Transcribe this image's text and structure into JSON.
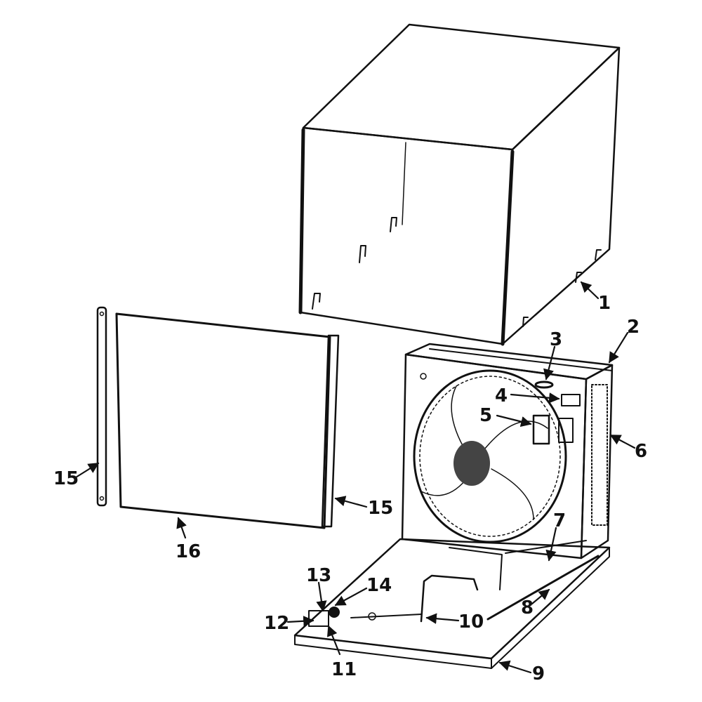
{
  "diagram": {
    "labels": {
      "p1": "1",
      "p2": "2",
      "p3": "3",
      "p4": "4",
      "p5": "5",
      "p6": "6",
      "p7": "7",
      "p8": "8",
      "p9": "9",
      "p10": "10",
      "p11": "11",
      "p12": "12",
      "p13": "13",
      "p14": "14",
      "p15_left": "15",
      "p15_right": "15",
      "p16": "16"
    }
  }
}
